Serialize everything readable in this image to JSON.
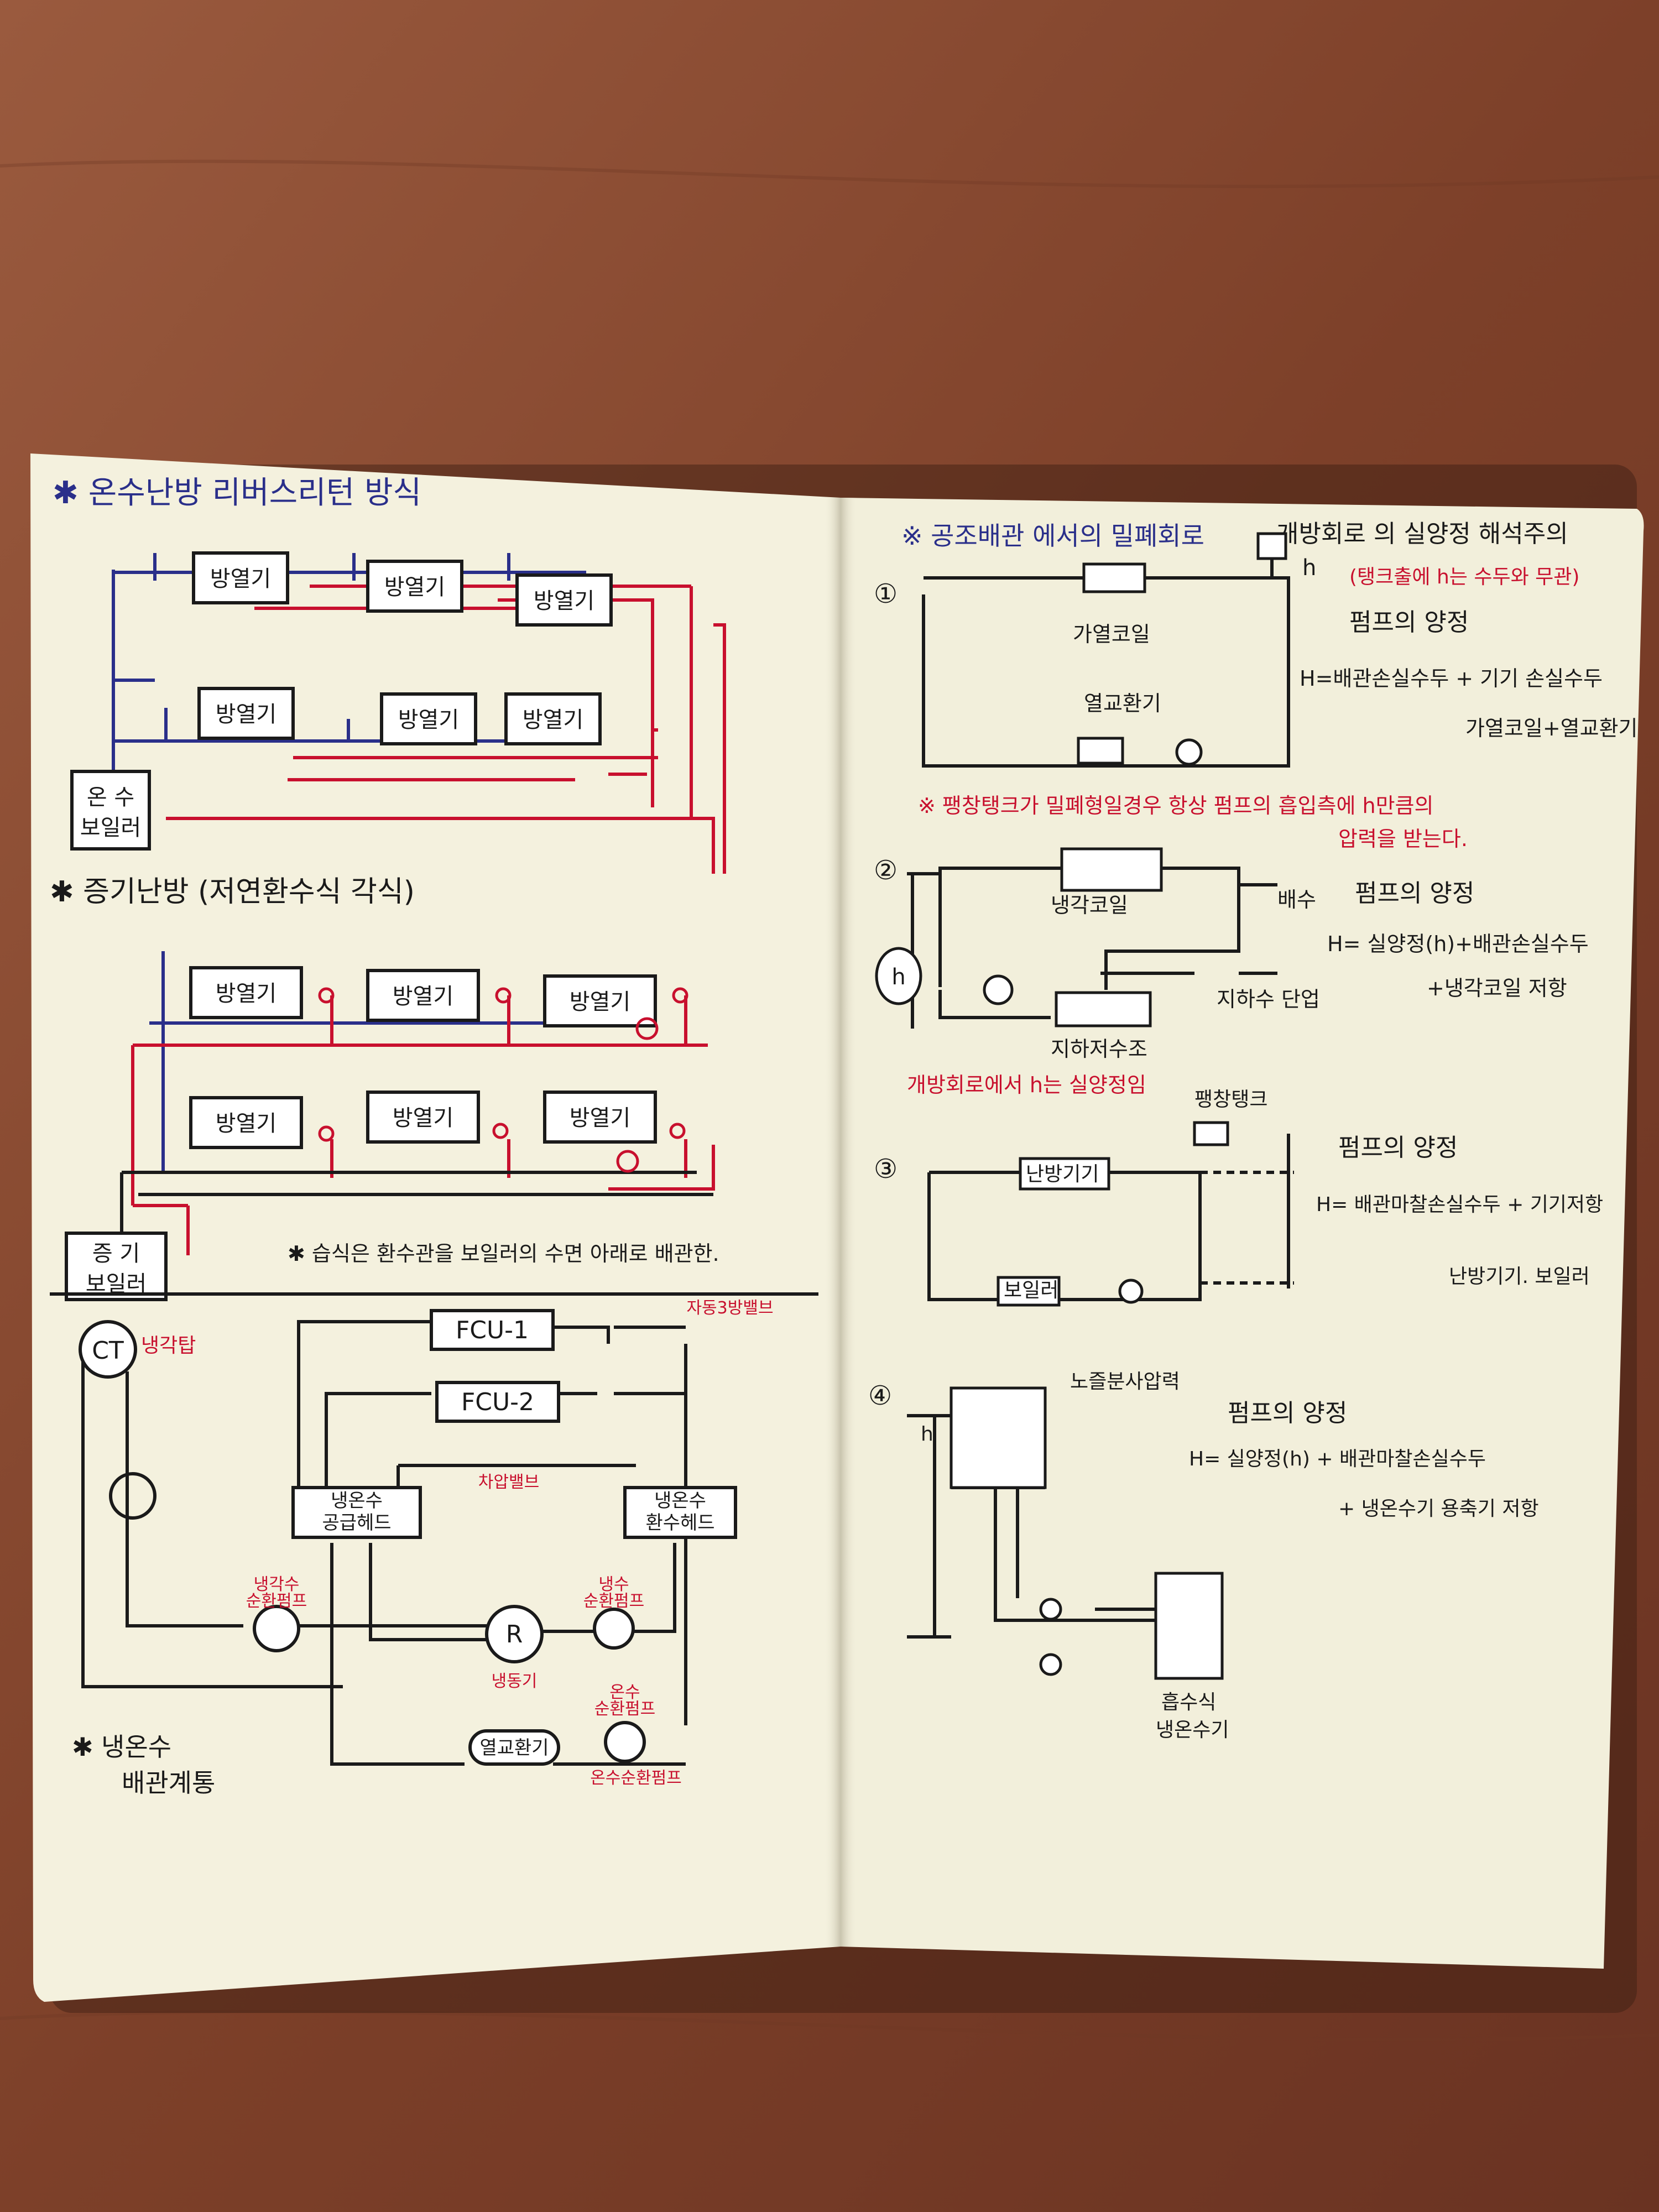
{
  "colors": {
    "table": "#8a4a33",
    "paper": "#f4f1de",
    "ink_black": "#1a1a1a",
    "ink_red": "#c8102e",
    "ink_blue": "#2a2f8a"
  },
  "left_page": {
    "section1": {
      "title": "✱ 온수난방 리버스리턴 방식",
      "radiators": [
        "방열기",
        "방열기",
        "방열기",
        "방열기",
        "방열기",
        "방열기"
      ],
      "boiler": [
        "온 수",
        "보일러"
      ]
    },
    "section2": {
      "title": "✱ 증기난방 (저연환수식 각식)",
      "radiators": [
        "방열기",
        "방열기",
        "방열기",
        "방열기",
        "방열기",
        "방열기"
      ],
      "boiler": [
        "증 기",
        "보일러"
      ],
      "note": "✱ 습식은 환수관을 보일러의 수면 아래로 배관한."
    },
    "section3": {
      "ct": "CT",
      "ct_label": "냉각탑",
      "fcu1": "FCU-1",
      "fcu2": "FCU-2",
      "valve3": "자동3방밸브",
      "diff_valve": "차압밸브",
      "supply_header": [
        "냉온수",
        "공급헤드"
      ],
      "return_header": [
        "냉온수",
        "환수헤드"
      ],
      "cw_pump": [
        "냉각수",
        "순환펌프"
      ],
      "chw_pump": [
        "냉수",
        "순환펌프"
      ],
      "chiller": "R",
      "chiller_label": "냉동기",
      "hw_pump": [
        "온수",
        "순환펌프"
      ],
      "hx": "열교환기",
      "hw_pump2": "온수순환펌프",
      "title": [
        "✱ 냉온수",
        "배관계통"
      ]
    }
  },
  "right_page": {
    "title_blue": "※ 공조배관 에서의 밀폐회로",
    "title_black": ". 개방회로 의 실양정 해석주의",
    "title_note": "(탱크출에 h는 수두와 무관)",
    "d1": {
      "num": "①",
      "coil": "가열코일",
      "hx": "열교환기",
      "pump_head": "펌프의 양정",
      "formula": "H=배관손실수두 + 기기 손실수두",
      "formula2": "가열코일+열교환기",
      "note_line1": "※ 팽창탱크가 밀폐형일경우 항상 펌프의 흡입측에 h만큼의",
      "note_line2": "압력을 받는다.",
      "h": "h"
    },
    "d2": {
      "num": "②",
      "coil": "냉각코일",
      "drain": "배수",
      "makeup": "지하수 단업",
      "tank": "지하저수조",
      "pump_head": "펌프의 양정",
      "formula": "H= 실양정(h)+배관손실수두",
      "formula2": "+냉각코일 저항",
      "h": "h",
      "note": "개방회로에서 h는 실양정임"
    },
    "d3": {
      "num": "③",
      "exp_tank": "팽창탱크",
      "unit": "난방기기",
      "boiler": "보일러",
      "pump_head": "펌프의 양정",
      "formula": "H= 배관마찰손실수두 + 기기저항",
      "formula2": "난방기기. 보일러"
    },
    "d4": {
      "num": "④",
      "pressure": "노즐분사압력",
      "h": "h",
      "pump_head": "펌프의 양정",
      "formula": "H= 실양정(h) + 배관마찰손실수두",
      "formula2": "+ 냉온수기 용축기 저항",
      "absorber": [
        "흡수식",
        "냉온수기"
      ]
    }
  }
}
